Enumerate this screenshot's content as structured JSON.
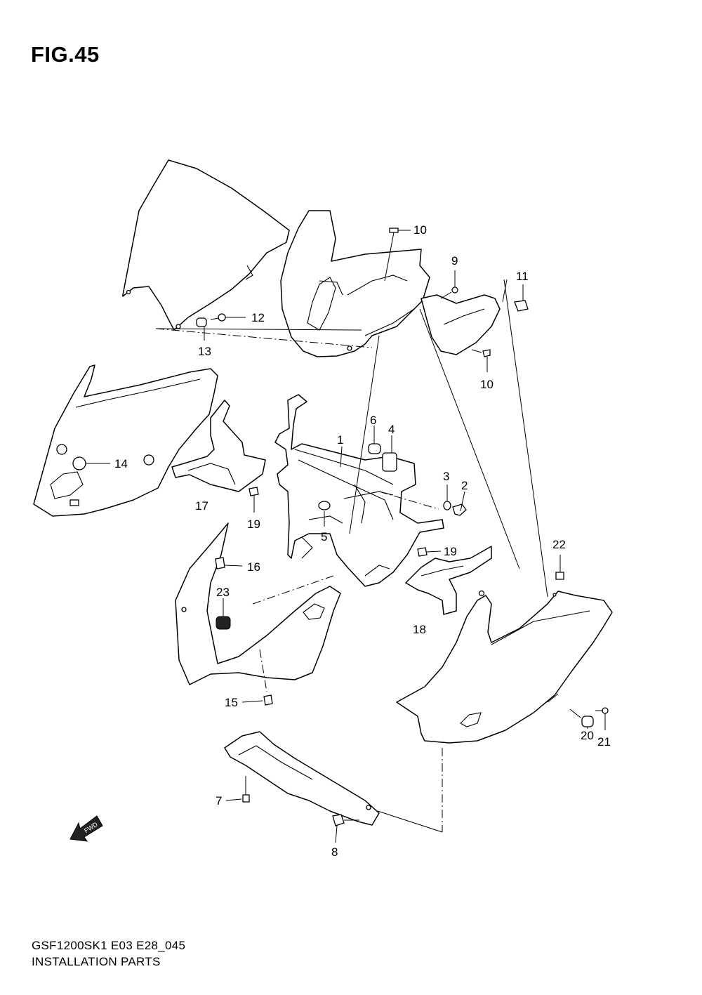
{
  "figure": {
    "title": "FIG.45"
  },
  "footer": {
    "model_code": "GSF1200SK1 E03 E28_045",
    "section_name": "INSTALLATION PARTS"
  },
  "fwd_marker": {
    "label": "FWD"
  },
  "callouts": [
    {
      "id": "c1",
      "label": "1"
    },
    {
      "id": "c2",
      "label": "2"
    },
    {
      "id": "c3",
      "label": "3"
    },
    {
      "id": "c4",
      "label": "4"
    },
    {
      "id": "c5",
      "label": "5"
    },
    {
      "id": "c6",
      "label": "6"
    },
    {
      "id": "c7",
      "label": "7"
    },
    {
      "id": "c8",
      "label": "8"
    },
    {
      "id": "c9",
      "label": "9"
    },
    {
      "id": "c10a",
      "label": "10"
    },
    {
      "id": "c10b",
      "label": "10"
    },
    {
      "id": "c11",
      "label": "11"
    },
    {
      "id": "c12",
      "label": "12"
    },
    {
      "id": "c13",
      "label": "13"
    },
    {
      "id": "c14",
      "label": "14"
    },
    {
      "id": "c15",
      "label": "15"
    },
    {
      "id": "c16",
      "label": "16"
    },
    {
      "id": "c17",
      "label": "17"
    },
    {
      "id": "c18",
      "label": "18"
    },
    {
      "id": "c19a",
      "label": "19"
    },
    {
      "id": "c19b",
      "label": "19"
    },
    {
      "id": "c20",
      "label": "20"
    },
    {
      "id": "c21",
      "label": "21"
    },
    {
      "id": "c22",
      "label": "22"
    },
    {
      "id": "c23",
      "label": "23"
    }
  ]
}
